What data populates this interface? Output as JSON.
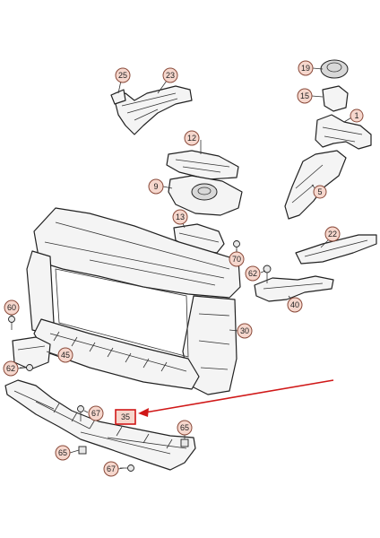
{
  "callouts": {
    "p19": "19",
    "p15": "15",
    "p1": "1",
    "p25": "25",
    "p23": "23",
    "p12": "12",
    "p9": "9",
    "p5": "5",
    "p13": "13",
    "p22": "22",
    "p70": "70",
    "p62a": "62",
    "p60": "60",
    "p40": "40",
    "p30": "30",
    "p45": "45",
    "p62b": "62",
    "p67a": "67",
    "p35": "35",
    "p65a": "65",
    "p65b": "65",
    "p67b": "67"
  },
  "highlight": {
    "part": "35",
    "color": "#d01818"
  }
}
